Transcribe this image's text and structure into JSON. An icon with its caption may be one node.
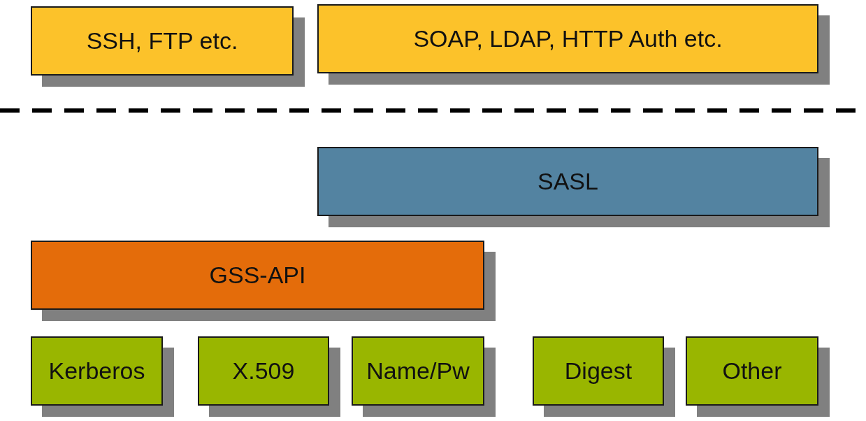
{
  "diagram": {
    "nodes": [
      {
        "text": [
          "SSH, FTP etc."
        ]
      },
      {
        "text": [
          "SOAP, LDAP, HTTP Auth etc."
        ]
      },
      {
        "text": [
          "SASL"
        ]
      },
      {
        "text": [
          "GSS-API"
        ]
      },
      {
        "text": [
          "Kerberos"
        ]
      },
      {
        "text": [
          "X.509"
        ]
      },
      {
        "text": [
          "Name/Pw"
        ]
      },
      {
        "text": [
          "Digest"
        ]
      },
      {
        "text": [
          "Other"
        ]
      }
    ]
  }
}
